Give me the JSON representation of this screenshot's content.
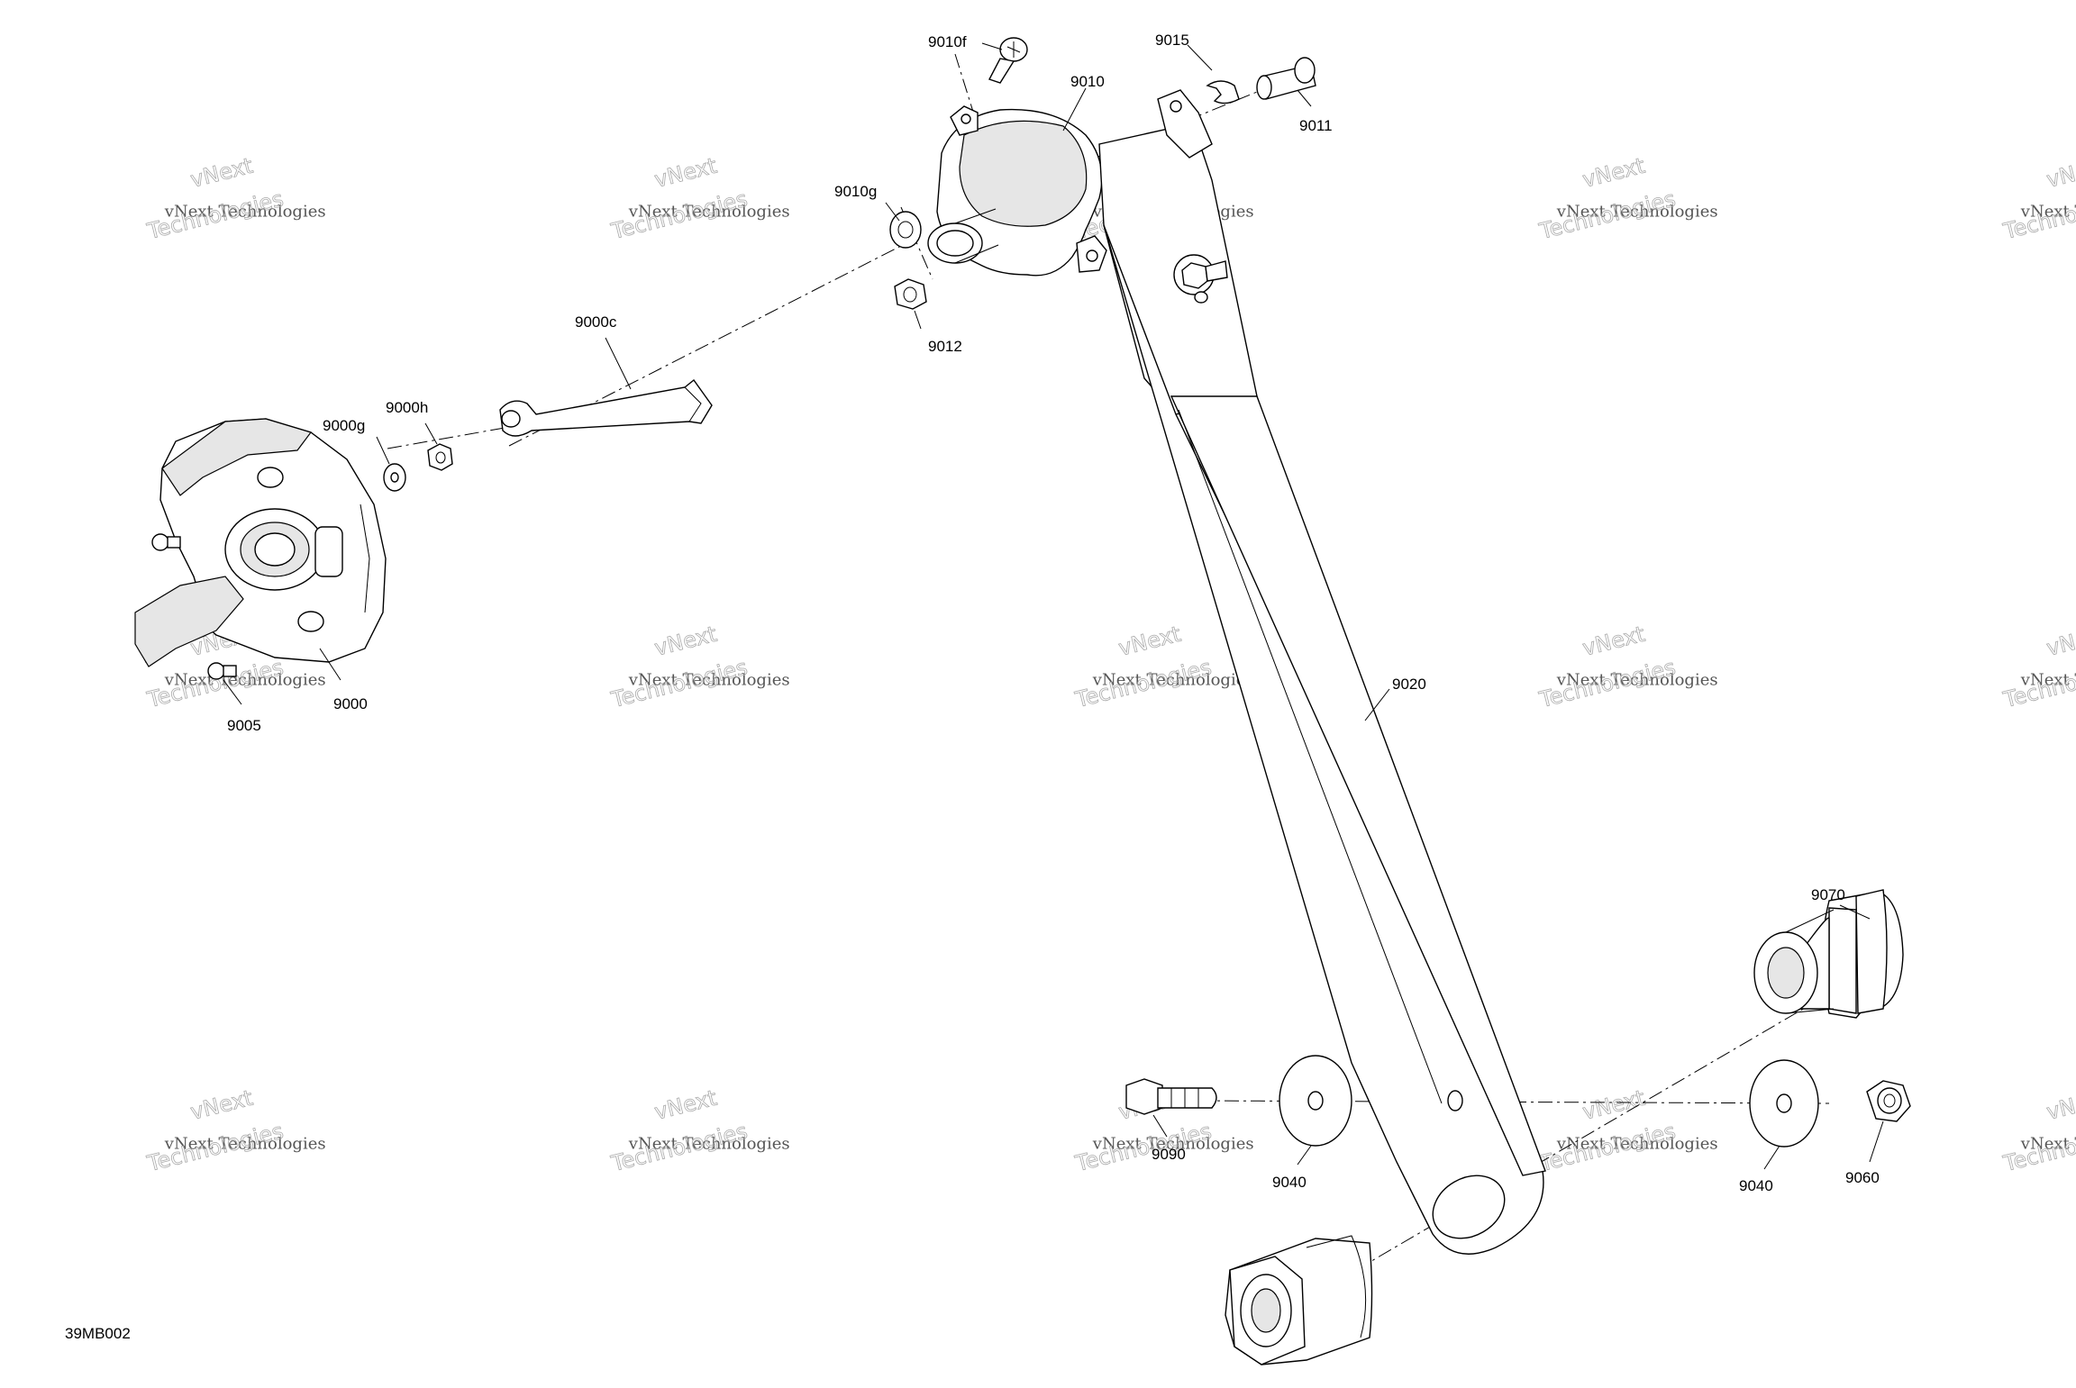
{
  "diagram": {
    "drawing_code": "39MB002",
    "watermark": {
      "line1": "vNext Technologies",
      "line2": "vNext",
      "line3": "Technologies"
    },
    "labels": {
      "p9000": "9000",
      "p9000c": "9000c",
      "p9000g": "9000g",
      "p9000h": "9000h",
      "p9005": "9005",
      "p9010": "9010",
      "p9010f": "9010f",
      "p9010g": "9010g",
      "p9011": "9011",
      "p9012": "9012",
      "p9015": "9015",
      "p9020": "9020",
      "p9040a": "9040",
      "p9040b": "9040",
      "p9060": "9060",
      "p9070": "9070",
      "p9090": "9090"
    }
  }
}
